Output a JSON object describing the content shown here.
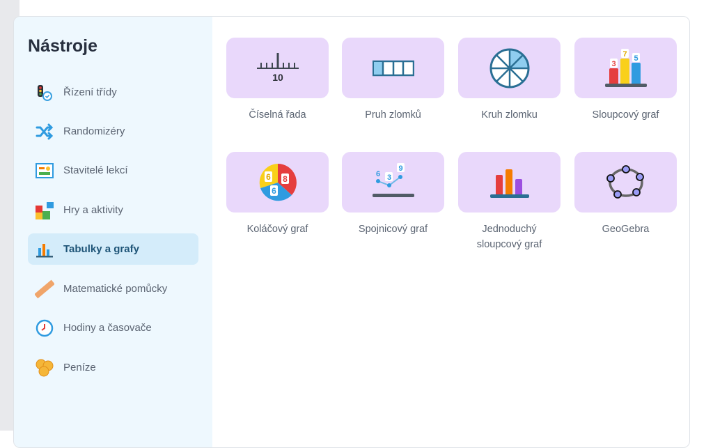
{
  "sidebar": {
    "title": "Nástroje",
    "items": [
      {
        "label": "Řízení třídy",
        "icon": "traffic-light-clock-icon"
      },
      {
        "label": "Randomizéry",
        "icon": "shuffle-icon"
      },
      {
        "label": "Stavitelé lekcí",
        "icon": "lesson-builder-icon"
      },
      {
        "label": "Hry a aktivity",
        "icon": "puzzle-icon"
      },
      {
        "label": "Tabulky a grafy",
        "icon": "bar-chart-icon",
        "active": true
      },
      {
        "label": "Matematické pomůcky",
        "icon": "ruler-icon"
      },
      {
        "label": "Hodiny a časovače",
        "icon": "clock-icon"
      },
      {
        "label": "Peníze",
        "icon": "coins-icon"
      }
    ]
  },
  "tools": [
    {
      "label": "Číselná řada",
      "icon": "number-line-icon",
      "number": "10"
    },
    {
      "label": "Pruh zlomků",
      "icon": "fraction-bar-icon"
    },
    {
      "label": "Kruh zlomku",
      "icon": "fraction-circle-icon"
    },
    {
      "label": "Sloupcový graf",
      "icon": "bar-graph-icon",
      "values": [
        "3",
        "7",
        "5"
      ]
    },
    {
      "label": "Koláčový graf",
      "icon": "pie-chart-icon",
      "values": [
        "6",
        "8",
        "6"
      ]
    },
    {
      "label": "Spojnicový graf",
      "icon": "line-graph-icon",
      "values": [
        "6",
        "3",
        "9"
      ]
    },
    {
      "label": "Jednoduchý sloupcový graf",
      "icon": "simple-bar-graph-icon"
    },
    {
      "label": "GeoGebra",
      "icon": "geogebra-icon"
    }
  ],
  "colors": {
    "sidebar_bg": "#eef8fe",
    "active_bg": "#d4ecfa",
    "tile_bg": "#e9d8fb"
  }
}
